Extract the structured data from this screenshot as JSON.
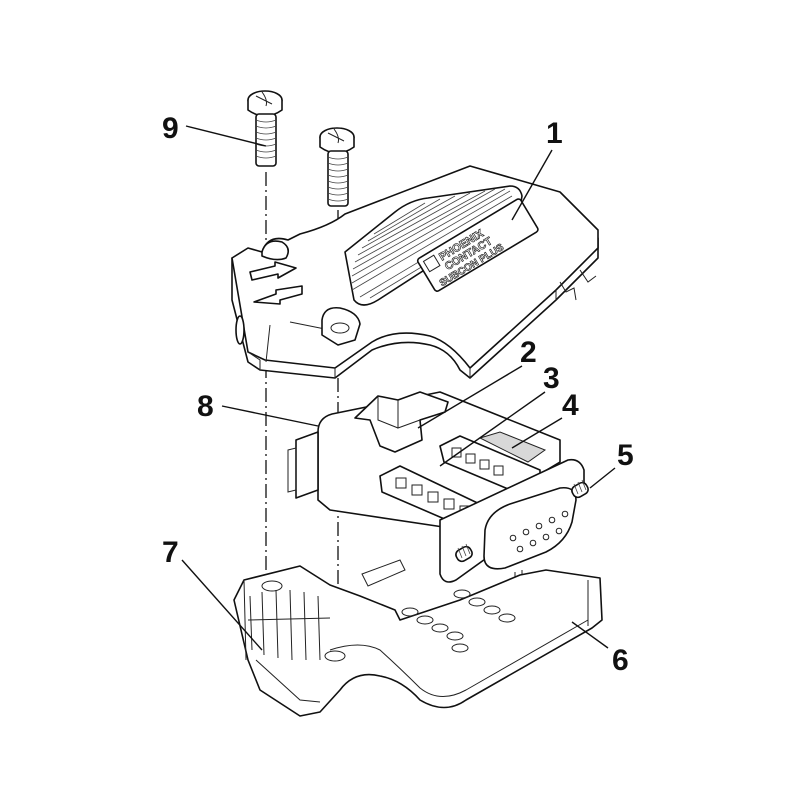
{
  "diagram": {
    "title": "SUBCON PLUS D-SUB connector – exploded view",
    "brand_logo": {
      "line1": "PHOENIX",
      "line2": "CONTACT",
      "product": "SUBCON PLUS"
    },
    "arrows_on_cover": [
      "arrow-right",
      "arrow-left"
    ],
    "callouts": [
      {
        "id": "1",
        "part": "housing-cover"
      },
      {
        "id": "2",
        "part": "strain-relief-clamp"
      },
      {
        "id": "3",
        "part": "terminal-block-incoming"
      },
      {
        "id": "4",
        "part": "terminal-block-outgoing"
      },
      {
        "id": "5",
        "part": "locking-screw"
      },
      {
        "id": "6",
        "part": "housing-base"
      },
      {
        "id": "7",
        "part": "cable-grip-ribs"
      },
      {
        "id": "8",
        "part": "connector-insert"
      },
      {
        "id": "9",
        "part": "cover-screw"
      }
    ],
    "dsub_pins": 9
  }
}
